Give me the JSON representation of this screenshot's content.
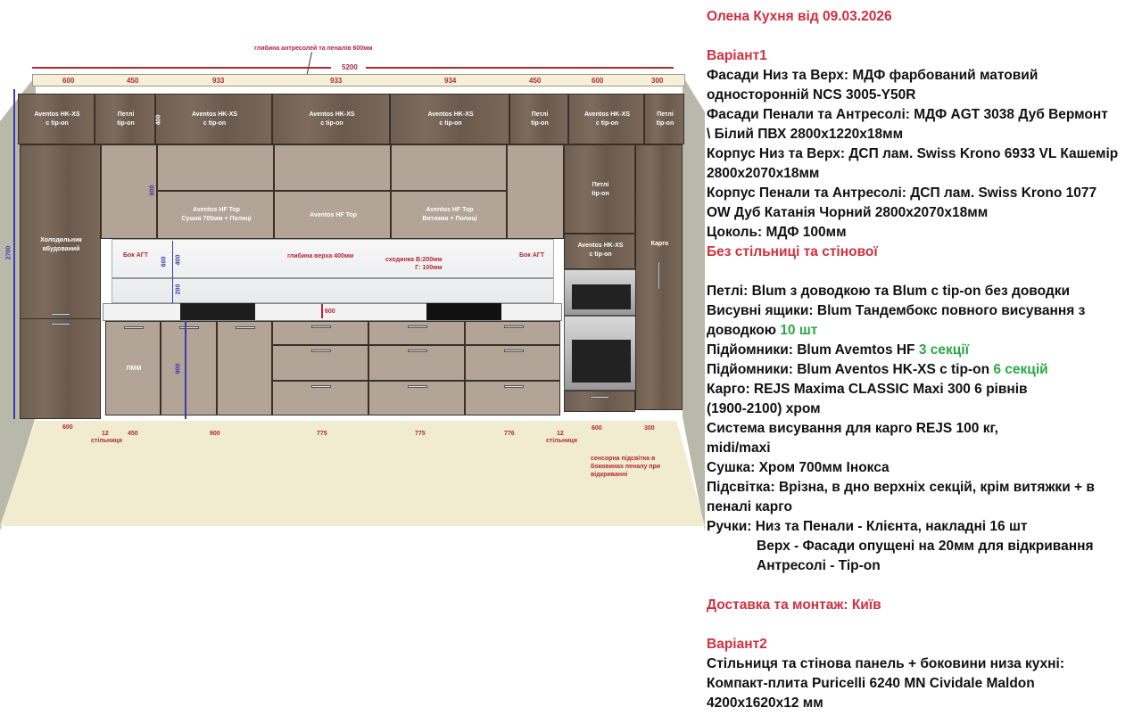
{
  "drawing": {
    "depth_note": "глибина антресолей та пеналів 600мм",
    "total_width": "5200",
    "top_dims": [
      "600",
      "450",
      "933",
      "933",
      "934",
      "450",
      "600",
      "300"
    ],
    "antresol_labels": [
      "Aventos HK-XS\nс tip-on",
      "Петлі\ntip-on",
      "Aventos HK-XS\nс tip-on",
      "Aventos HK-XS\nс tip-on",
      "Aventos HK-XS\nс tip-on",
      "Петлі\ntip-on",
      "Aventos HK-XS\nс tip-on",
      "Петлі\ntip-on"
    ],
    "antresol_height": "400",
    "upper_height": "800",
    "height_total": "2700",
    "fridge": "Холодильник\nвбудований",
    "upper_labels": [
      "Aventos HF Top\nСушка 700мм + Полиці",
      "Aventos HF Top",
      "Aventos HF Top\nВитяжка + Полиці"
    ],
    "tall_right_upper": "Петлі\ntip-on",
    "tall_right_mid": "Aventos HK-XS\nс tip-on",
    "cargo": "Карго",
    "bok_agt": "Бок АГТ",
    "upper_depth": "глибина верха 400мм",
    "step": "сходинка В:200мм\nГ: 100мм",
    "backsplash_dims": [
      "600",
      "400",
      "200"
    ],
    "counter_depth": "600",
    "pmm": "ПММ",
    "base_height": "900",
    "bottom_dims": [
      "600",
      "12",
      "450",
      "900",
      "775",
      "775",
      "776",
      "12",
      "600",
      "300"
    ],
    "countertop": "стільниця",
    "sensor_note": "сенсорна підсвітка в\nбоковинах пеналу при\nвідкриванні"
  },
  "spec": {
    "title": "Олена Кухня від 09.03.2026",
    "v1_title": "Варіант1",
    "lines1": [
      "Фасади Низ та Верх: МДФ фарбований матовий",
      "односторонній NCS 3005-Y50R",
      "Фасади Пенали та Антресолі: МДФ AGT 3038 Дуб Вермонт",
      "\\ Білий ПВХ 2800х1220х18мм",
      "Корпус Низ та Верх: ДСП лам. Swiss Krono 6933 VL Кашемір",
      "2800х2070х18мм",
      "Корпус Пенали та Антресолі: ДСП лам. Swiss Krono 1077",
      "OW Дуб Катанія Чорний 2800х2070х18мм",
      "Цоколь: МДФ 100мм"
    ],
    "no_counter": "Без стільниці та стінової",
    "hinges": "Петлі: Blum з доводкою та Blum с tip-on без доводки",
    "drawers_1": "Висувні ящики: Blum Тандембокс повного висування з",
    "drawers_2": "доводкою ",
    "drawers_count": "10 шт",
    "lift1": "Підйомники: Blum Avemtos HF ",
    "lift1_count": "3 секції",
    "lift2": "Підйомники: Blum Aventos HK-XS с tip-on ",
    "lift2_count": "6 секцій",
    "lines2": [
      "Карго: REJS Maxima CLASSIC Maxi 300 6 рівнів",
      "(1900-2100) хром",
      "Система висування для карго REJS 100 кг,",
      "midi/maxi",
      "Сушка: Хром 700мм Інокса",
      "Підсвітка: Врізна, в дно верхніх секцій, крім витяжки + в",
      "пеналі карго",
      "Ручки: Низ та Пенали - Клієнта, накладні 16 шт"
    ],
    "handles_indent": [
      "Верх - Фасади опущені на 20мм для відкривання",
      "Антресолі - Tip-on"
    ],
    "delivery": "Доставка та монтаж: Київ",
    "v2_title": "Варіант2",
    "lines3": [
      "Стільниця та стінова панель + боковини низа кухні:",
      "Компакт-плита Puricelli 6240 MN Cividale Maldon",
      "4200х1620х12 мм"
    ]
  },
  "colors": {
    "red": "#d0303e",
    "green": "#2aa845",
    "wood": "#75655a",
    "taupe": "#b2a497"
  }
}
